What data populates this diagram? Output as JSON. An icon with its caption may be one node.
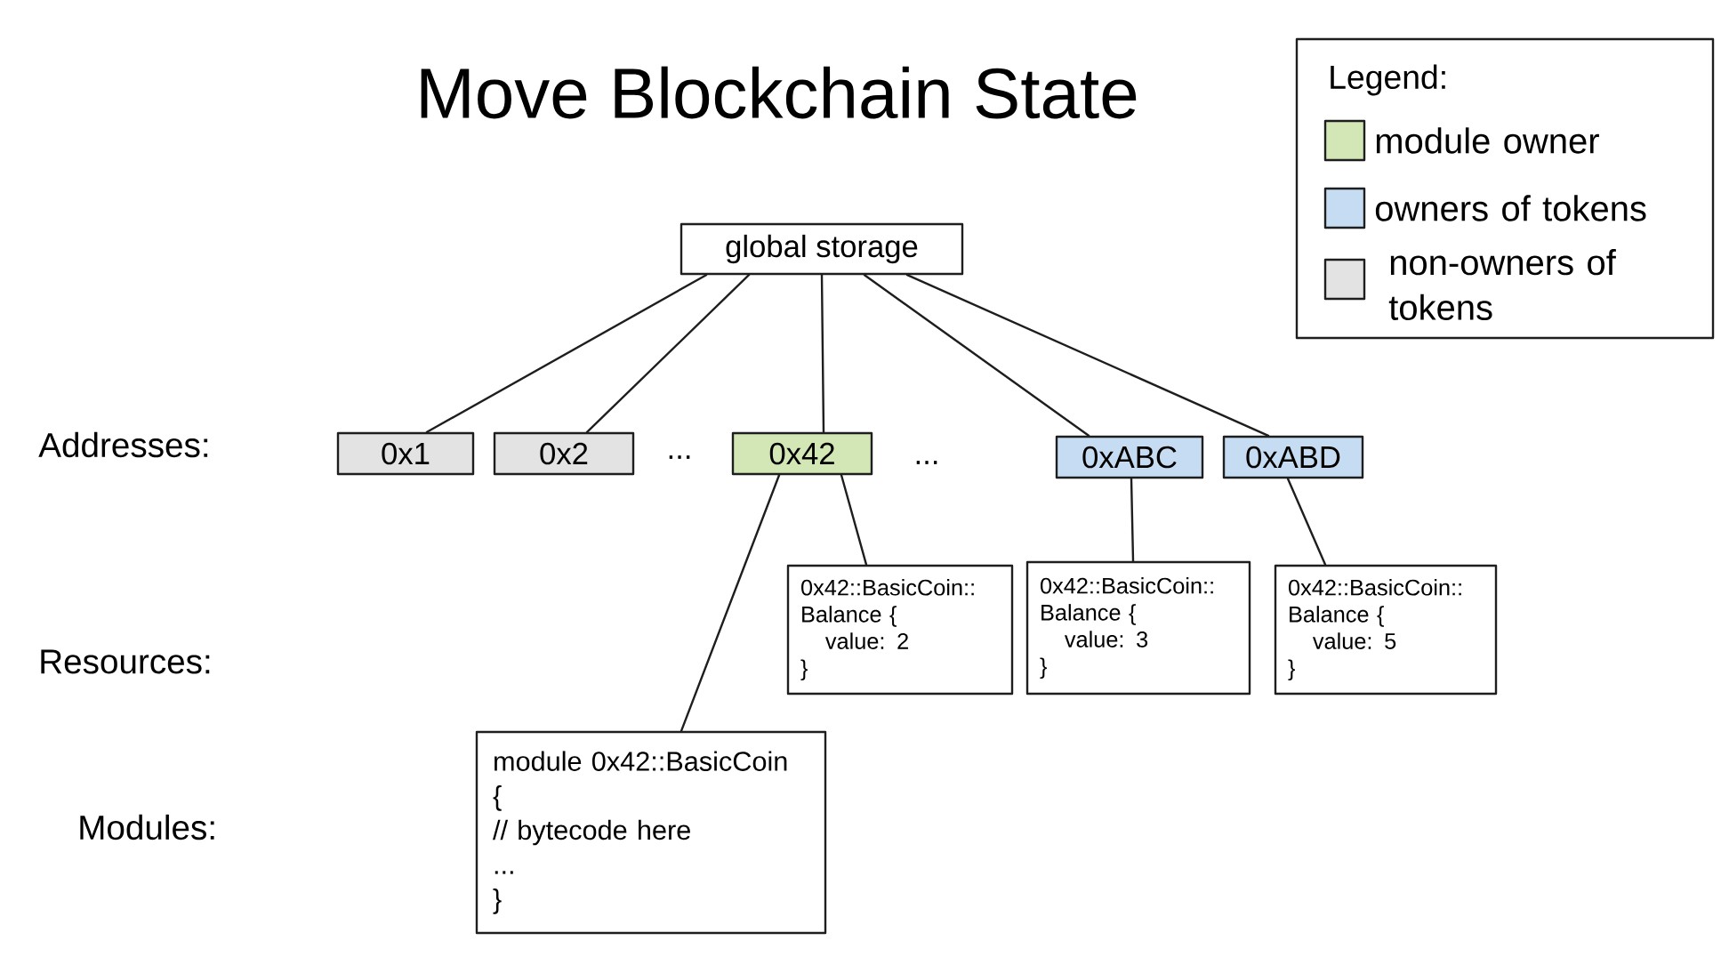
{
  "diagram": {
    "title": "Move Blockchain State",
    "nodes": [
      {
        "text": [
          "global storage"
        ]
      },
      {
        "text": [
          "0x1"
        ]
      },
      {
        "text": [
          "0x2"
        ]
      },
      {
        "text": [
          "0x42"
        ]
      },
      {
        "text": [
          "0xABC"
        ]
      },
      {
        "text": [
          "0xABD"
        ]
      },
      {
        "text": [
          "0x42::BasicCoin::",
          "Balance {",
          "value: 2",
          "}"
        ]
      },
      {
        "text": [
          "0x42::BasicCoin::",
          "Balance {",
          "value: 3",
          "}"
        ]
      },
      {
        "text": [
          "0x42::BasicCoin::",
          "Balance {",
          "value: 5",
          "}"
        ]
      },
      {
        "text": [
          "module 0x42::BasicCoin",
          "{",
          "// bytecode here",
          "...",
          "}"
        ]
      }
    ],
    "edges": [
      {
        "from": 0,
        "to": 1,
        "arrow": "none"
      },
      {
        "from": 0,
        "to": 2,
        "arrow": "none"
      },
      {
        "from": 0,
        "to": 3,
        "arrow": "none"
      },
      {
        "from": 0,
        "to": 4,
        "arrow": "none"
      },
      {
        "from": 0,
        "to": 5,
        "arrow": "none"
      },
      {
        "from": 3,
        "to": 9,
        "arrow": "none"
      },
      {
        "from": 3,
        "to": 6,
        "arrow": "none"
      },
      {
        "from": 4,
        "to": 7,
        "arrow": "none"
      },
      {
        "from": 5,
        "to": 8,
        "arrow": "none"
      }
    ],
    "labels": [
      "Legend:",
      "Addresses:",
      "...",
      "...",
      "Resources:",
      "Modules:"
    ],
    "legend": [
      {
        "text": "module owner",
        "color": "#d2e7b5"
      },
      {
        "text": "owners of tokens",
        "color": "#c6dcf2"
      },
      {
        "text": "non-owners of tokens",
        "color": "#e3e3e3"
      }
    ]
  }
}
